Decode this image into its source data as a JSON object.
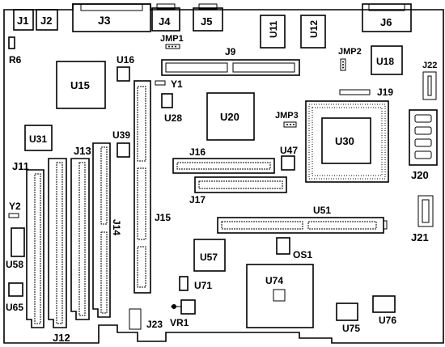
{
  "diagram": {
    "labels": {
      "J1": "J1",
      "J2": "J2",
      "J3": "J3",
      "J4": "J4",
      "J5": "J5",
      "J6": "J6",
      "R6": "R6",
      "JMP1": "JMP1",
      "J9": "J9",
      "U11": "U11",
      "U12": "U12",
      "JMP2": "JMP2",
      "U18": "U18",
      "J22": "J22",
      "U16": "U16",
      "U15": "U15",
      "Y1": "Y1",
      "U28": "U28",
      "U20": "U20",
      "J19": "J19",
      "JMP3": "JMP3",
      "U30": "U30",
      "U39": "U39",
      "U31": "U31",
      "J13": "J13",
      "J16": "J16",
      "U47": "U47",
      "J11": "J11",
      "J20": "J20",
      "J17": "J17",
      "Y2": "Y2",
      "J14": "J14",
      "J15": "J15",
      "U51": "U51",
      "J21": "J21",
      "U58": "U58",
      "OS1": "OS1",
      "U57": "U57",
      "U74": "U74",
      "U71": "U71",
      "U65": "U65",
      "J12": "J12",
      "J23": "J23",
      "VR1": "VR1",
      "U75": "U75",
      "U76": "U76"
    }
  }
}
